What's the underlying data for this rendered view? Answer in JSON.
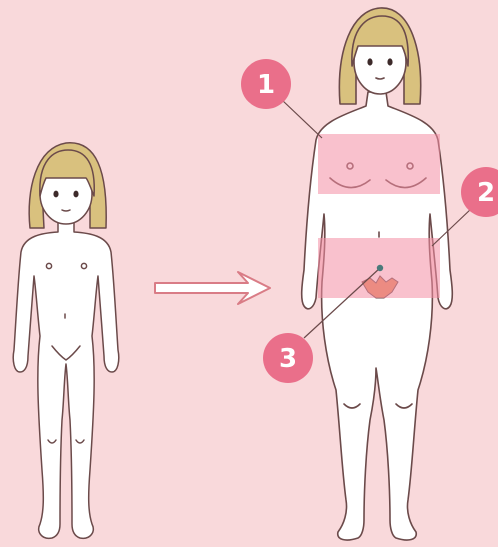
{
  "colors": {
    "background": "#f9d9db",
    "skin": "#ffffff",
    "outline": "#6b4a4a",
    "hair": "#d9c17e",
    "highlight": "#f48ea4",
    "badge": "#ea6f8a",
    "arrow_fill": "#ffffff",
    "arrow_stroke": "#d97c86",
    "pubic_hair": "#e2885a"
  },
  "callouts": [
    {
      "label": "1"
    },
    {
      "label": "2"
    },
    {
      "label": "3"
    }
  ]
}
